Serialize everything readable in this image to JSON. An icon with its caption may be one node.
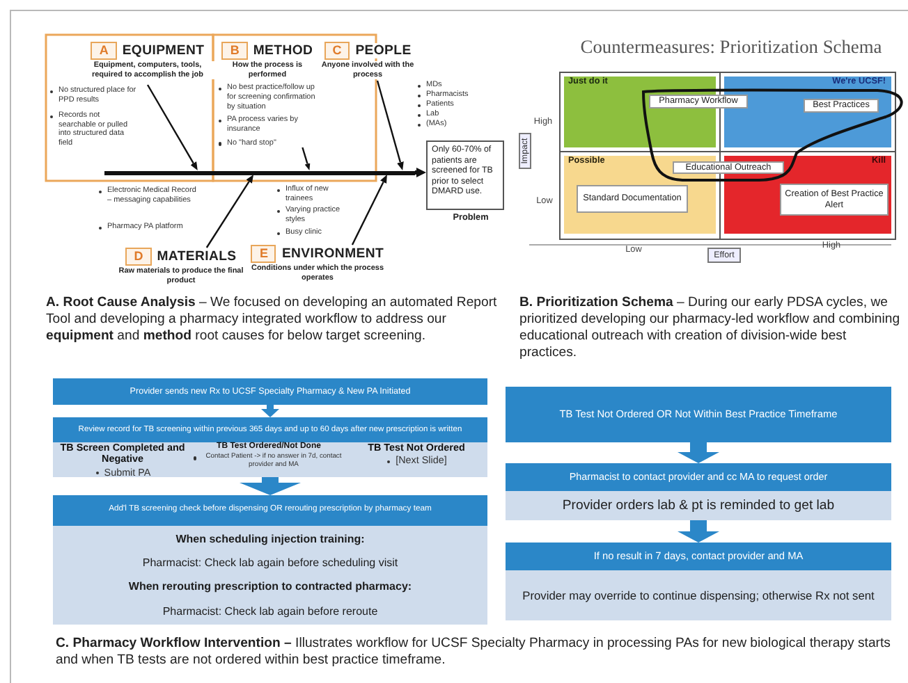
{
  "diagram": {
    "nodes": [
      {
        "text": [
          "A",
          "EQUIPMENT",
          "Equipment, computers, tools, required to accomplish the job"
        ]
      },
      {
        "text": [
          "B",
          "METHOD",
          "How the process is performed",
          "No best practice/follow up for screening confirmation by situation",
          "PA process varies by insurance",
          "No \"hard stop\""
        ]
      },
      {
        "text": [
          "C",
          "PEOPLE",
          "Anyone involved with the process"
        ]
      },
      {
        "text": [
          "Only 60-70% of patients are screened for TB prior to select DMARD use."
        ],
        "beside": [
          "Problem"
        ]
      },
      {
        "text": [
          "D",
          "MATERIALS",
          "Raw materials to produce the final product"
        ]
      },
      {
        "text": [
          "E",
          "ENVIRONMENT",
          "Conditions under which the process operates"
        ]
      },
      {
        "text": [
          "Just do it"
        ]
      },
      {
        "text": [
          "Pharmacy Workflow"
        ]
      },
      {
        "text": [
          "We're UCSF!"
        ]
      },
      {
        "text": [
          "Best Practices"
        ],
        "in": 8
      },
      {
        "text": [
          "Possible"
        ]
      },
      {
        "text": [
          "Educational Outreach"
        ]
      },
      {
        "text": [
          "Kill"
        ]
      },
      {
        "text": [
          "Standard Documentation"
        ],
        "in": 10
      },
      {
        "text": [
          "Creation of Best Practice Alert"
        ],
        "in": 12
      },
      {
        "text": [
          "Provider sends new Rx to UCSF Specialty Pharmacy & New PA Initiated"
        ]
      },
      {
        "text": [
          "Review record for TB screening within previous 365 days and up to 60 days after new prescription is written"
        ]
      },
      {
        "text": [],
        "shape": "box"
      },
      {
        "text": [
          "TB Screen Completed and Negative",
          "Submit PA"
        ],
        "in": 17
      },
      {
        "text": [
          "TB Test Ordered/Not Done",
          "Contact Patient -> if no answer in 7d, contact provider and MA"
        ],
        "in": 17
      },
      {
        "text": [
          "TB Test Not Ordered",
          "[Next Slide]"
        ],
        "in": 17
      },
      {
        "text": [
          "Add'l TB screening check before dispensing OR rerouting prescription by pharmacy team"
        ]
      },
      {
        "text": [
          "When scheduling injection training:",
          "Pharmacist: Check lab again before scheduling visit",
          "When rerouting prescription to contracted pharmacy:",
          "Pharmacist: Check lab again before reroute"
        ]
      },
      {
        "text": [
          "TB Test Not Ordered OR Not Within Best Practice Timeframe"
        ]
      },
      {
        "text": [
          "Pharmacist to contact provider and cc MA to request order"
        ]
      },
      {
        "text": [
          "Provider orders lab & pt is reminded to get lab"
        ]
      },
      {
        "text": [
          "If no result in 7 days, contact provider and MA"
        ]
      },
      {
        "text": [
          "Provider may override to continue dispensing; otherwise Rx not sent"
        ]
      },
      {
        "text": [],
        "shape": "bar"
      }
    ],
    "edges": [
      {
        "from": 0,
        "to": 28,
        "arrow": "to"
      },
      {
        "from": 1,
        "to": 28,
        "arrow": "to"
      },
      {
        "from": 2,
        "to": 28,
        "arrow": "to"
      },
      {
        "from": 4,
        "to": 28,
        "arrow": "to"
      },
      {
        "from": 5,
        "to": 28,
        "arrow": "to"
      },
      {
        "from": 28,
        "to": 3,
        "arrow": "to",
        "style": "thick"
      },
      {
        "from": 15,
        "to": 16,
        "arrow": "to",
        "style": "thick",
        "color": "#2b87c8"
      },
      {
        "from": 17,
        "to": 21,
        "arrow": "to",
        "style": "thick",
        "color": "#2b87c8"
      },
      {
        "from": 23,
        "to": 24,
        "arrow": "to",
        "style": "thick",
        "color": "#2b87c8"
      },
      {
        "from": 25,
        "to": 26,
        "arrow": "to",
        "style": "thick",
        "color": "#2b87c8"
      }
    ],
    "labels": [
      "No structured place for PPD results",
      "Records not searchable or pulled into structured data field",
      "MDs",
      "Pharmacists",
      "Patients",
      "Lab",
      "(MAs)",
      "Electronic Medical Record – messaging capabilities",
      "Pharmacy PA platform",
      "Influx of new trainees",
      "Varying practice styles",
      "Busy clinic",
      "Countermeasures: Prioritization Schema",
      "High",
      "Low",
      "Impact",
      "Low",
      "Effort",
      "High",
      "**A. Root Cause Analysis** – We focused on developing an automated Report Tool and developing a pharmacy integrated workflow to address our **equipment** and **method** root causes for below target screening.",
      "**B. Prioritization Schema** – During our early PDSA cycles,  we prioritized developing our pharmacy-led workflow and combining educational outreach with creation of division-wide best practices.",
      "**C. Pharmacy Workflow Intervention –** Illustrates workflow for UCSF Specialty Pharmacy in processing PAs for new biological therapy starts and when TB tests are not ordered within best practice timeframe."
    ]
  }
}
